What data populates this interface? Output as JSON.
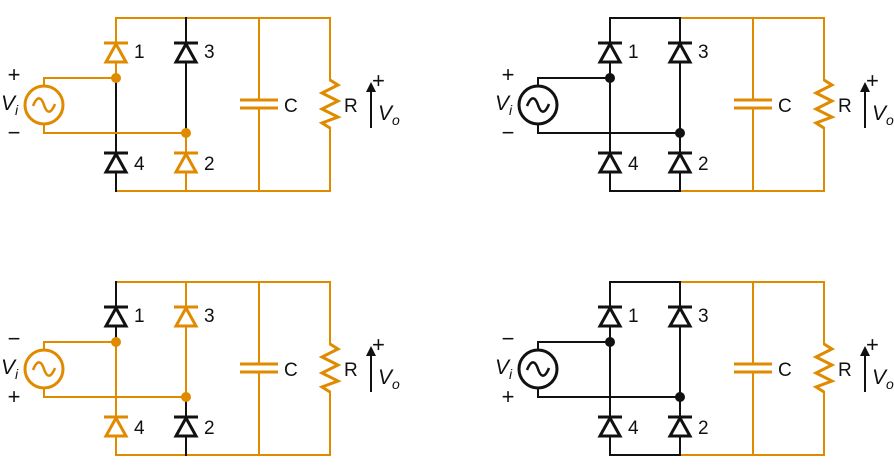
{
  "colors": {
    "active": "#E08A00",
    "inactive": "#111111"
  },
  "labels": {
    "diode_1": "1",
    "diode_2": "2",
    "diode_3": "3",
    "diode_4": "4",
    "capacitor": "C",
    "resistor": "R",
    "input_main": "V",
    "input_sub": "i",
    "output_main": "V",
    "output_sub": "o",
    "plus": "+",
    "minus": "−"
  },
  "panels": [
    {
      "id": "top-left",
      "input_polarity_top": "plus",
      "active_diodes": [
        "1",
        "2"
      ],
      "source_active": true,
      "capacitor_active": true,
      "resistor_active": true
    },
    {
      "id": "top-right",
      "input_polarity_top": "plus",
      "active_diodes": [],
      "source_active": false,
      "capacitor_active": true,
      "resistor_active": true
    },
    {
      "id": "bottom-left",
      "input_polarity_top": "minus",
      "active_diodes": [
        "3",
        "4"
      ],
      "source_active": true,
      "capacitor_active": true,
      "resistor_active": true
    },
    {
      "id": "bottom-right",
      "input_polarity_top": "minus",
      "active_diodes": [],
      "source_active": false,
      "capacitor_active": true,
      "resistor_active": true
    }
  ]
}
